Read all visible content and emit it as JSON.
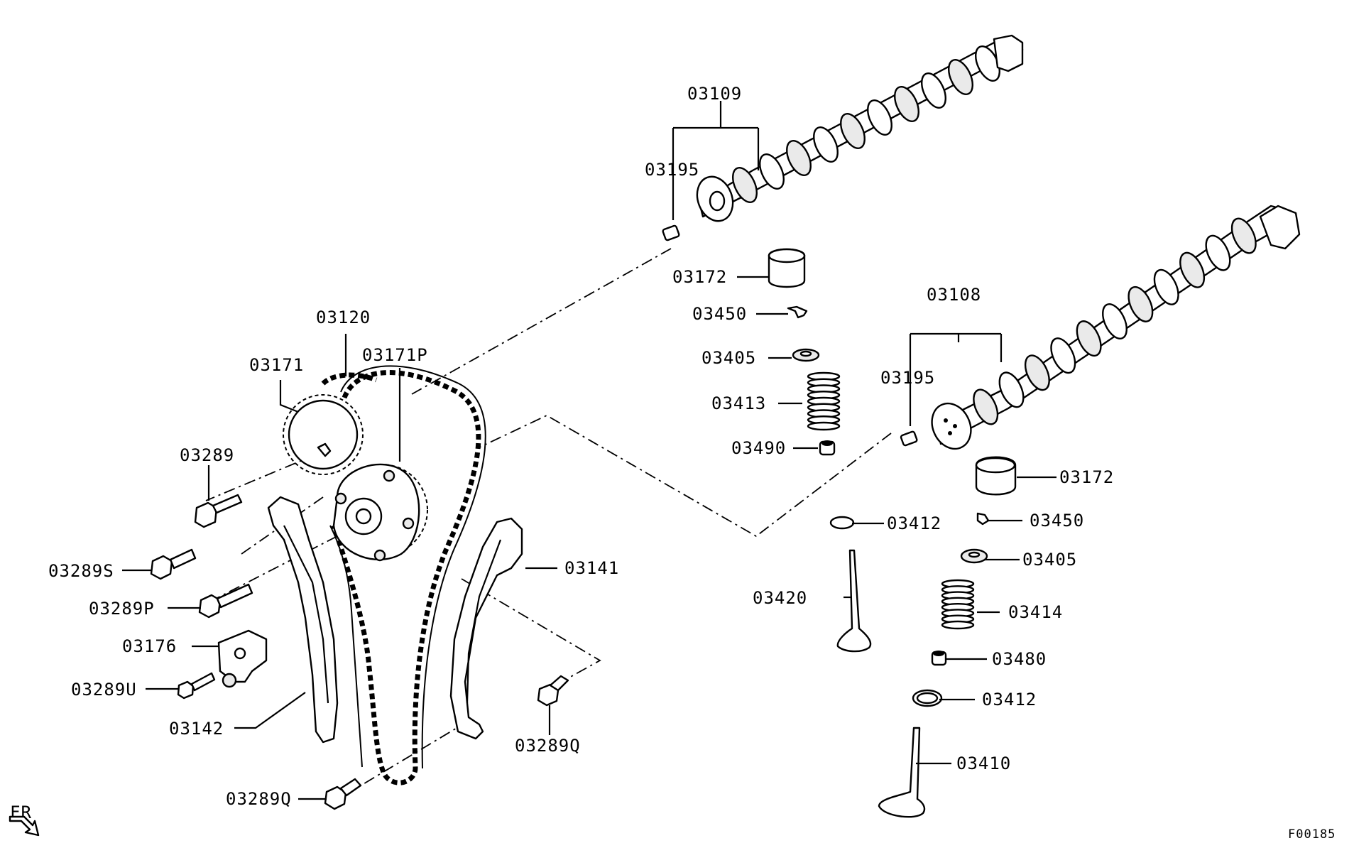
{
  "labels": {
    "p03109": "03109",
    "p03195a": "03195",
    "p03172a": "03172",
    "p03450a": "03450",
    "p03405a": "03405",
    "p03413": "03413",
    "p03490": "03490",
    "p03108": "03108",
    "p03195b": "03195",
    "p03172b": "03172",
    "p03412a": "03412",
    "p03450b": "03450",
    "p03405b": "03405",
    "p03420": "03420",
    "p03414": "03414",
    "p03480": "03480",
    "p03412b": "03412",
    "p03410": "03410",
    "p03120": "03120",
    "p03171": "03171",
    "p03171P": "03171P",
    "p03289": "03289",
    "p03289S": "03289S",
    "p03289P": "03289P",
    "p03176": "03176",
    "p03289U": "03289U",
    "p03142": "03142",
    "p03141": "03141",
    "p03289Qa": "03289Q",
    "p03289Qb": "03289Q",
    "fr": "FR",
    "figure_id": "F00185"
  }
}
